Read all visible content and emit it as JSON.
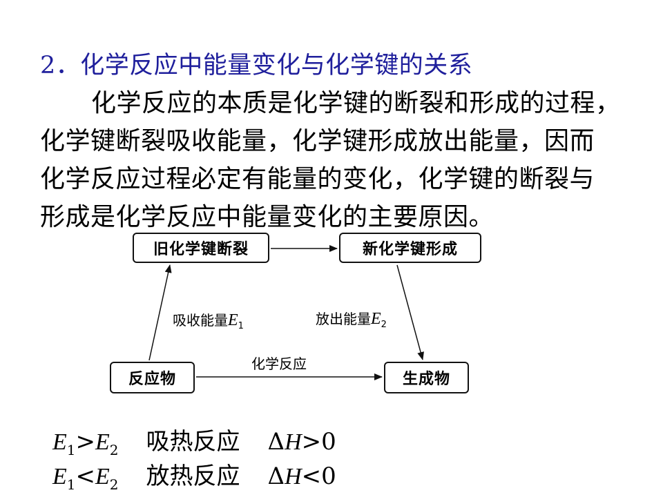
{
  "heading": "2．化学反应中能量变化与化学键的关系",
  "paragraph": [
    "化学反应的本质是化学键的断裂和形成的过程，",
    "化学键断裂吸收能量，化学键形成放出能量，因而",
    "化学反应过程必定有能量的变化，化学键的断裂与",
    "形成是化学反应中能量变化的主要原因。"
  ],
  "diagram": {
    "old_bonds": "旧化学键断裂",
    "new_bonds": "新化学键形成",
    "reactants": "反应物",
    "products": "生成物",
    "absorb_label": "吸收能量",
    "absorb_symbol": "E",
    "absorb_sub": "1",
    "release_label": "放出能量",
    "release_symbol": "E",
    "release_sub": "2",
    "reaction_label": "化学反应"
  },
  "relations": [
    {
      "e1": "E",
      "s1": "1",
      "op": ">",
      "e2": "E",
      "s2": "2",
      "kind": "吸热反应",
      "delta": "Δ",
      "h": "H",
      "cmp": ">0"
    },
    {
      "e1": "E",
      "s1": "1",
      "op": "<",
      "e2": "E",
      "s2": "2",
      "kind": "放热反应",
      "delta": "Δ",
      "h": "H",
      "cmp": "<0"
    }
  ]
}
